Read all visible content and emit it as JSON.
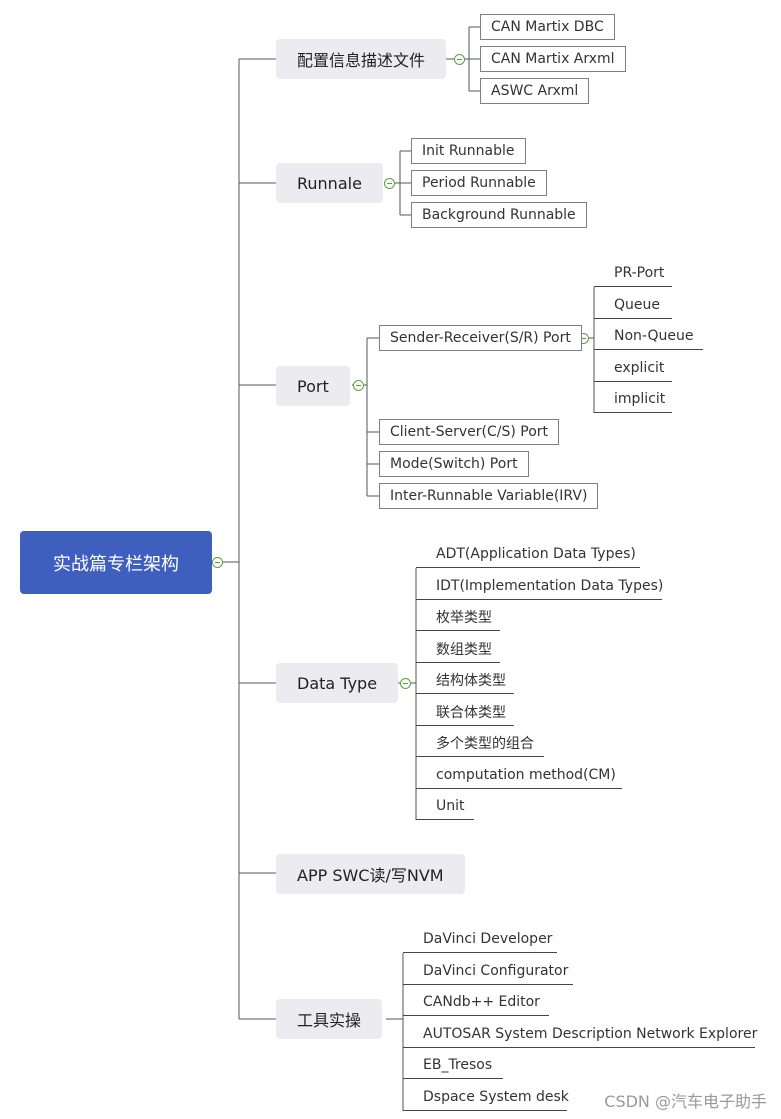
{
  "root": "实战篇专栏架构",
  "branches": {
    "config": {
      "label": "配置信息描述文件",
      "items": [
        "CAN Martix DBC",
        "CAN Martix Arxml",
        "ASWC Arxml"
      ]
    },
    "runnable": {
      "label": "Runnale",
      "items": [
        "Init Runnable",
        "Period Runnable",
        "Background Runnable"
      ]
    },
    "port": {
      "label": "Port",
      "sr": {
        "label": "Sender-Receiver(S/R) Port",
        "items": [
          "PR-Port",
          "Queue",
          "Non-Queue",
          "explicit",
          "implicit"
        ]
      },
      "items": [
        "Client-Server(C/S) Port",
        "Mode(Switch) Port",
        "Inter-Runnable Variable(IRV)"
      ]
    },
    "datatype": {
      "label": "Data Type",
      "items": [
        "ADT(Application Data Types)",
        "IDT(Implementation Data Types)",
        "枚举类型",
        "数组类型",
        "结构体类型",
        "联合体类型",
        "多个类型的组合",
        "computation method(CM)",
        "Unit"
      ]
    },
    "nvm": {
      "label": "APP SWC读/写NVM"
    },
    "tools": {
      "label": "工具实操",
      "items": [
        "DaVinci Developer",
        "DaVinci Configurator",
        "CANdb++ Editor",
        "AUTOSAR System Description Network Explorer",
        "EB_Tresos",
        "Dspace System desk"
      ]
    }
  },
  "watermark": "CSDN @汽车电子助手",
  "colors": {
    "root_fill": "#3f5fbf",
    "branch_fill": "#ebebf0",
    "connector": "#555555",
    "collapse": "#5aa33a"
  }
}
